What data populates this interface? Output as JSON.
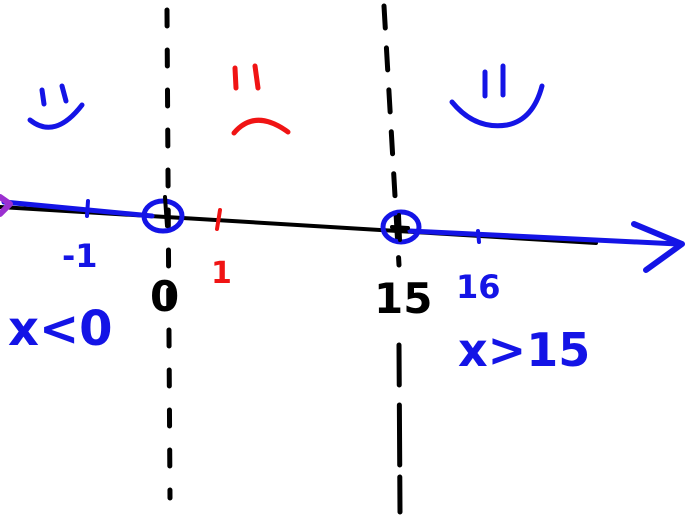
{
  "colors": {
    "ink_black": "#000000",
    "ink_blue": "#1414e6",
    "ink_red": "#f01414",
    "ink_purple": "#9b30d0",
    "background": "#ffffff"
  },
  "labels": {
    "tick_neg1": "-1",
    "tick_0": "0",
    "tick_1": "1",
    "tick_15": "15",
    "tick_16": "16",
    "left_region": "x<0",
    "right_region": "x>15"
  },
  "number_line": {
    "critical_points": [
      0,
      15
    ],
    "test_points": [
      -1,
      1,
      16
    ],
    "regions": [
      {
        "interval": "x<0",
        "test_point": -1,
        "result": "happy",
        "color": "blue"
      },
      {
        "interval": "0<x<15",
        "test_point": 1,
        "result": "sad",
        "color": "red"
      },
      {
        "interval": "x>15",
        "test_point": 16,
        "result": "happy",
        "color": "blue"
      }
    ]
  },
  "icons": [
    "happy-face-icon",
    "sad-face-icon",
    "happy-face-icon",
    "right-arrow-icon",
    "open-circle-icon"
  ]
}
